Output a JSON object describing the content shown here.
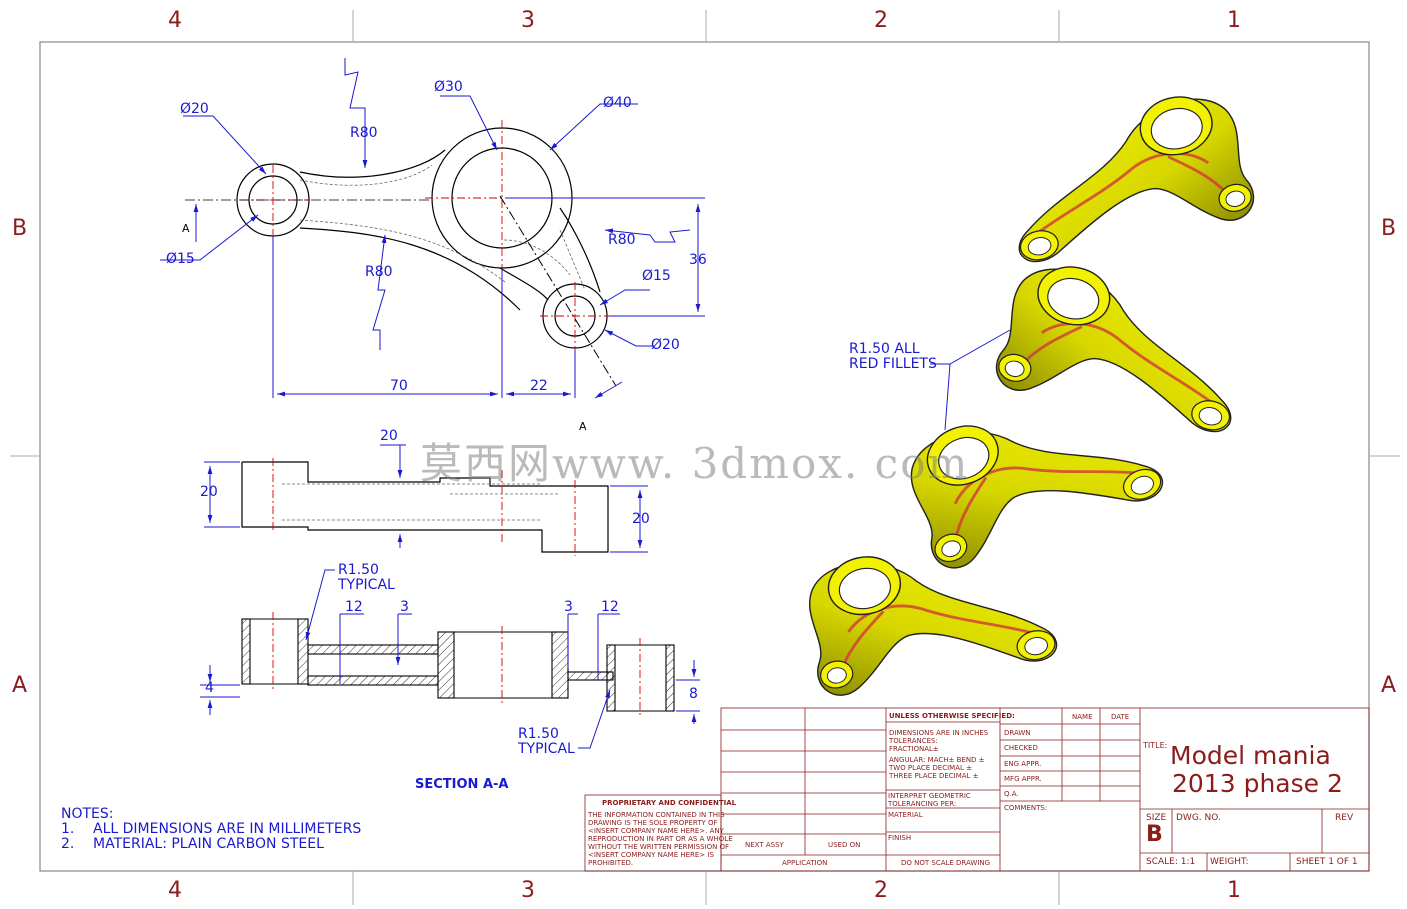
{
  "zones": {
    "top": [
      "4",
      "3",
      "2",
      "1"
    ],
    "bottom": [
      "4",
      "3",
      "2",
      "1"
    ],
    "left": [
      "B",
      "A"
    ],
    "right": [
      "B",
      "A"
    ]
  },
  "dimensions": {
    "d20_left": "Ø20",
    "d15_left": "Ø15",
    "r80_top": "R80",
    "d30": "Ø30",
    "d40": "Ø40",
    "r80_bottom": "R80",
    "r80_right": "R80",
    "d15_right": "Ø15",
    "d20_right": "Ø20",
    "dim36": "36",
    "dim70": "70",
    "dim22": "22",
    "section_letter_a": "A",
    "section_letter_a2": "A",
    "side_top20": "20",
    "side_left20": "20",
    "side_right20": "20",
    "r150_top": "R1.50",
    "typical_top": "TYPICAL",
    "sec_12a": "12",
    "sec_3a": "3",
    "sec_3b": "3",
    "sec_12b": "12",
    "sec_4": "4",
    "sec_8": "8",
    "r150_bottom": "R1.50",
    "typical_bottom": "TYPICAL",
    "section_label": "SECTION A-A"
  },
  "fillet_note": {
    "line1": "R1.50 ALL",
    "line2": "RED FILLETS"
  },
  "watermark": "莫西网www. 3dmox. com",
  "notes": {
    "heading": "NOTES:",
    "items": [
      {
        "num": "1.",
        "text": "ALL DIMENSIONS ARE IN MILLIMETERS"
      },
      {
        "num": "2.",
        "text": "MATERIAL: PLAIN CARBON STEEL"
      }
    ]
  },
  "proprietary": {
    "title": "PROPRIETARY AND CONFIDENTIAL",
    "lines": [
      "THE INFORMATION CONTAINED IN THIS",
      "DRAWING IS THE SOLE PROPERTY OF",
      "<INSERT COMPANY NAME HERE>.  ANY",
      "REPRODUCTION IN PART OR AS A WHOLE",
      "WITHOUT THE WRITTEN PERMISSION OF",
      "<INSERT COMPANY NAME HERE> IS",
      "PROHIBITED."
    ]
  },
  "title_block": {
    "next_assy": "NEXT ASSY",
    "used_on": "USED ON",
    "application": "APPLICATION",
    "unless": "UNLESS OTHERWISE SPECIFIED:",
    "spec_lines": [
      "DIMENSIONS ARE IN INCHES",
      "TOLERANCES:",
      "FRACTIONAL±",
      "ANGULAR: MACH±    BEND ±",
      "TWO PLACE DECIMAL    ±",
      "THREE PLACE DECIMAL  ±"
    ],
    "interpret": [
      "INTERPRET GEOMETRIC",
      "TOLERANCING PER:"
    ],
    "material": "MATERIAL",
    "finish": "FINISH",
    "do_not_scale": "DO NOT SCALE DRAWING",
    "name": "NAME",
    "date": "DATE",
    "roles": [
      "DRAWN",
      "CHECKED",
      "ENG APPR.",
      "MFG APPR.",
      "Q.A."
    ],
    "comments": "COMMENTS:",
    "title_label": "TITLE:",
    "title_line1": "Model mania",
    "title_line2": "2013 phase 2",
    "size_label": "SIZE",
    "size_value": "B",
    "dwg_no": "DWG.  NO.",
    "rev": "REV",
    "scale": "SCALE: 1:1",
    "weight": "WEIGHT:",
    "sheet": "SHEET 1 OF 1"
  },
  "colors": {
    "dimension": "#1a1ad0",
    "centerline": "#d00000",
    "frame": "#8a1c1c",
    "part_yellow": "#e8e800",
    "fillet_red": "#d23a3a"
  }
}
